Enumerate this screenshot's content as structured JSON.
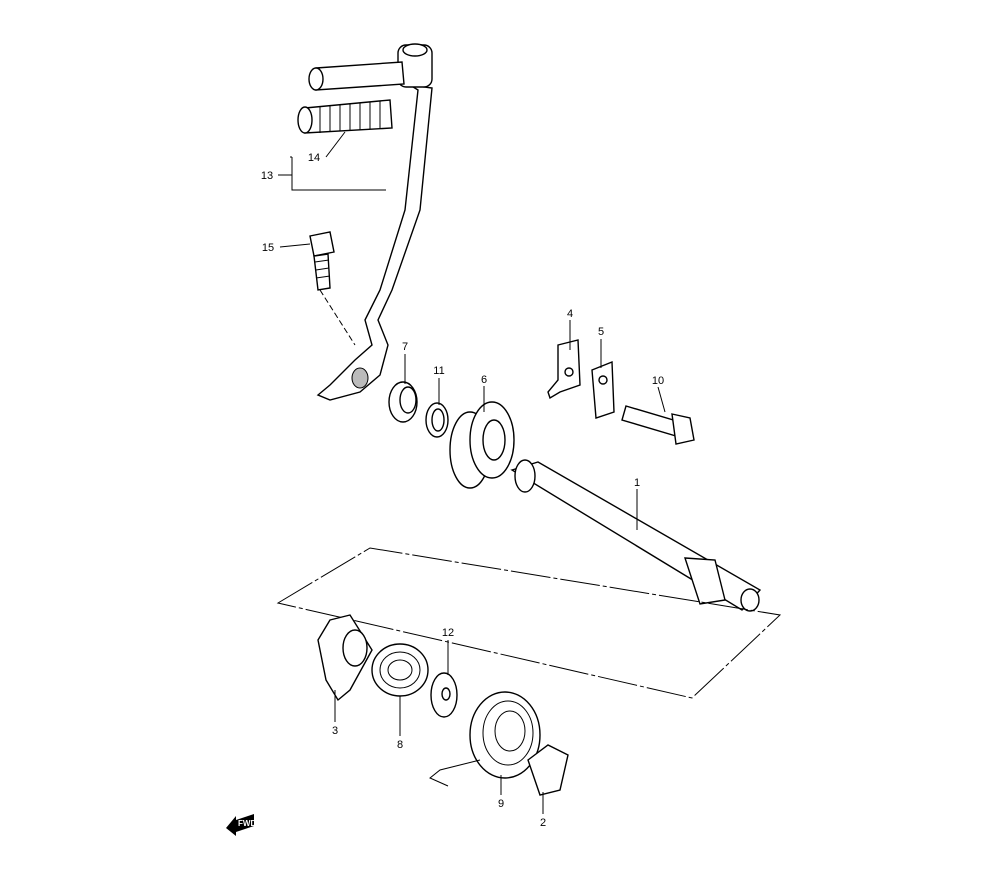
{
  "diagram": {
    "callouts": [
      {
        "id": "1",
        "label": "1"
      },
      {
        "id": "2",
        "label": "2"
      },
      {
        "id": "3",
        "label": "3"
      },
      {
        "id": "4",
        "label": "4"
      },
      {
        "id": "5",
        "label": "5"
      },
      {
        "id": "6",
        "label": "6"
      },
      {
        "id": "7",
        "label": "7"
      },
      {
        "id": "8",
        "label": "8"
      },
      {
        "id": "9",
        "label": "9"
      },
      {
        "id": "10",
        "label": "10"
      },
      {
        "id": "11",
        "label": "11"
      },
      {
        "id": "12",
        "label": "12"
      },
      {
        "id": "13",
        "label": "13"
      },
      {
        "id": "14",
        "label": "14"
      },
      {
        "id": "15",
        "label": "15"
      }
    ],
    "fwd_label": "FWD"
  }
}
